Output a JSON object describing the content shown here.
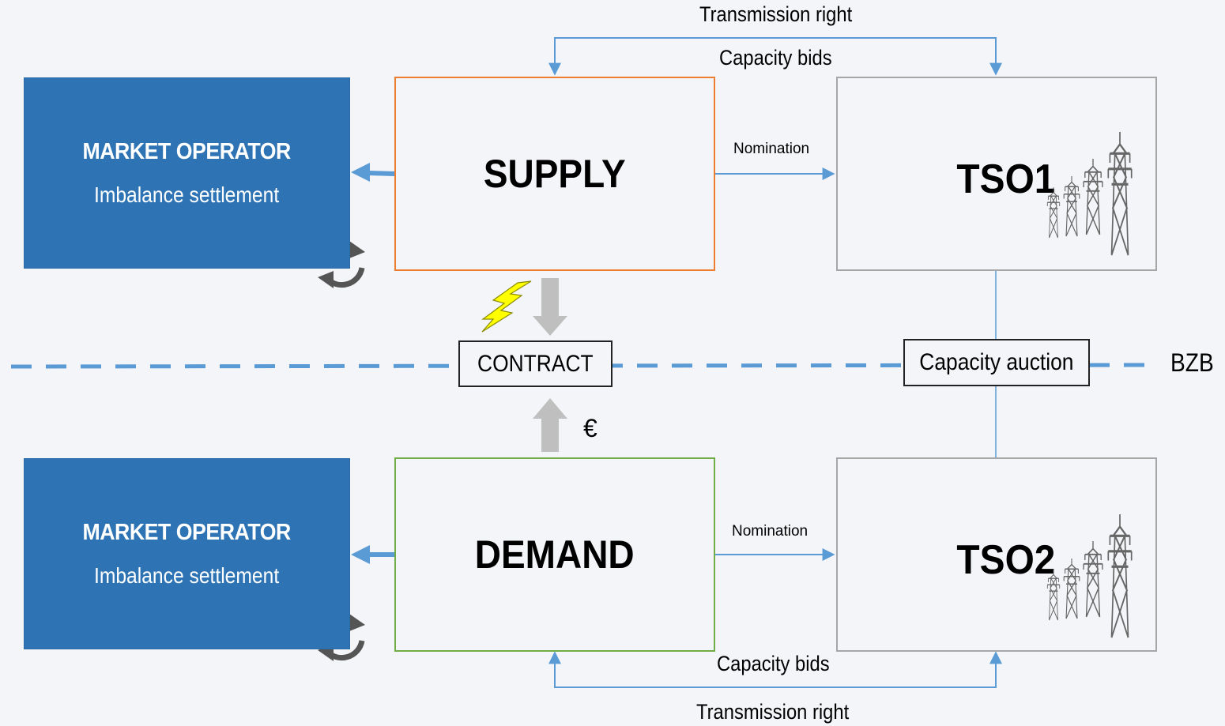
{
  "market_operator_top": {
    "title": "MARKET OPERATOR",
    "subtitle": "Imbalance settlement"
  },
  "market_operator_bottom": {
    "title": "MARKET OPERATOR",
    "subtitle": "Imbalance settlement"
  },
  "supply": {
    "label": "SUPPLY",
    "border_color": "#ed7d31"
  },
  "demand": {
    "label": "DEMAND",
    "border_color": "#70ad47"
  },
  "tso1": {
    "label": "TSO1"
  },
  "tso2": {
    "label": "TSO2"
  },
  "contract": {
    "label": "CONTRACT"
  },
  "capacity_auction": {
    "label": "Capacity auction"
  },
  "bzb": {
    "label": "BZB"
  },
  "top_flows": {
    "transmission_right": "Transmission right",
    "capacity_bids": "Capacity bids",
    "nomination": "Nomination"
  },
  "bottom_flows": {
    "transmission_right": "Transmission right",
    "capacity_bids": "Capacity bids",
    "nomination": "Nomination"
  },
  "euro_symbol": "€",
  "colors": {
    "accent_blue": "#5b9bd5",
    "market_operator_fill": "#2e74b5",
    "gray_arrow": "#bfbfbf",
    "lightning": "#ffff00"
  },
  "icons": [
    "refresh-cycle-icon",
    "lightning-bolt-icon",
    "transmission-tower-icon"
  ]
}
